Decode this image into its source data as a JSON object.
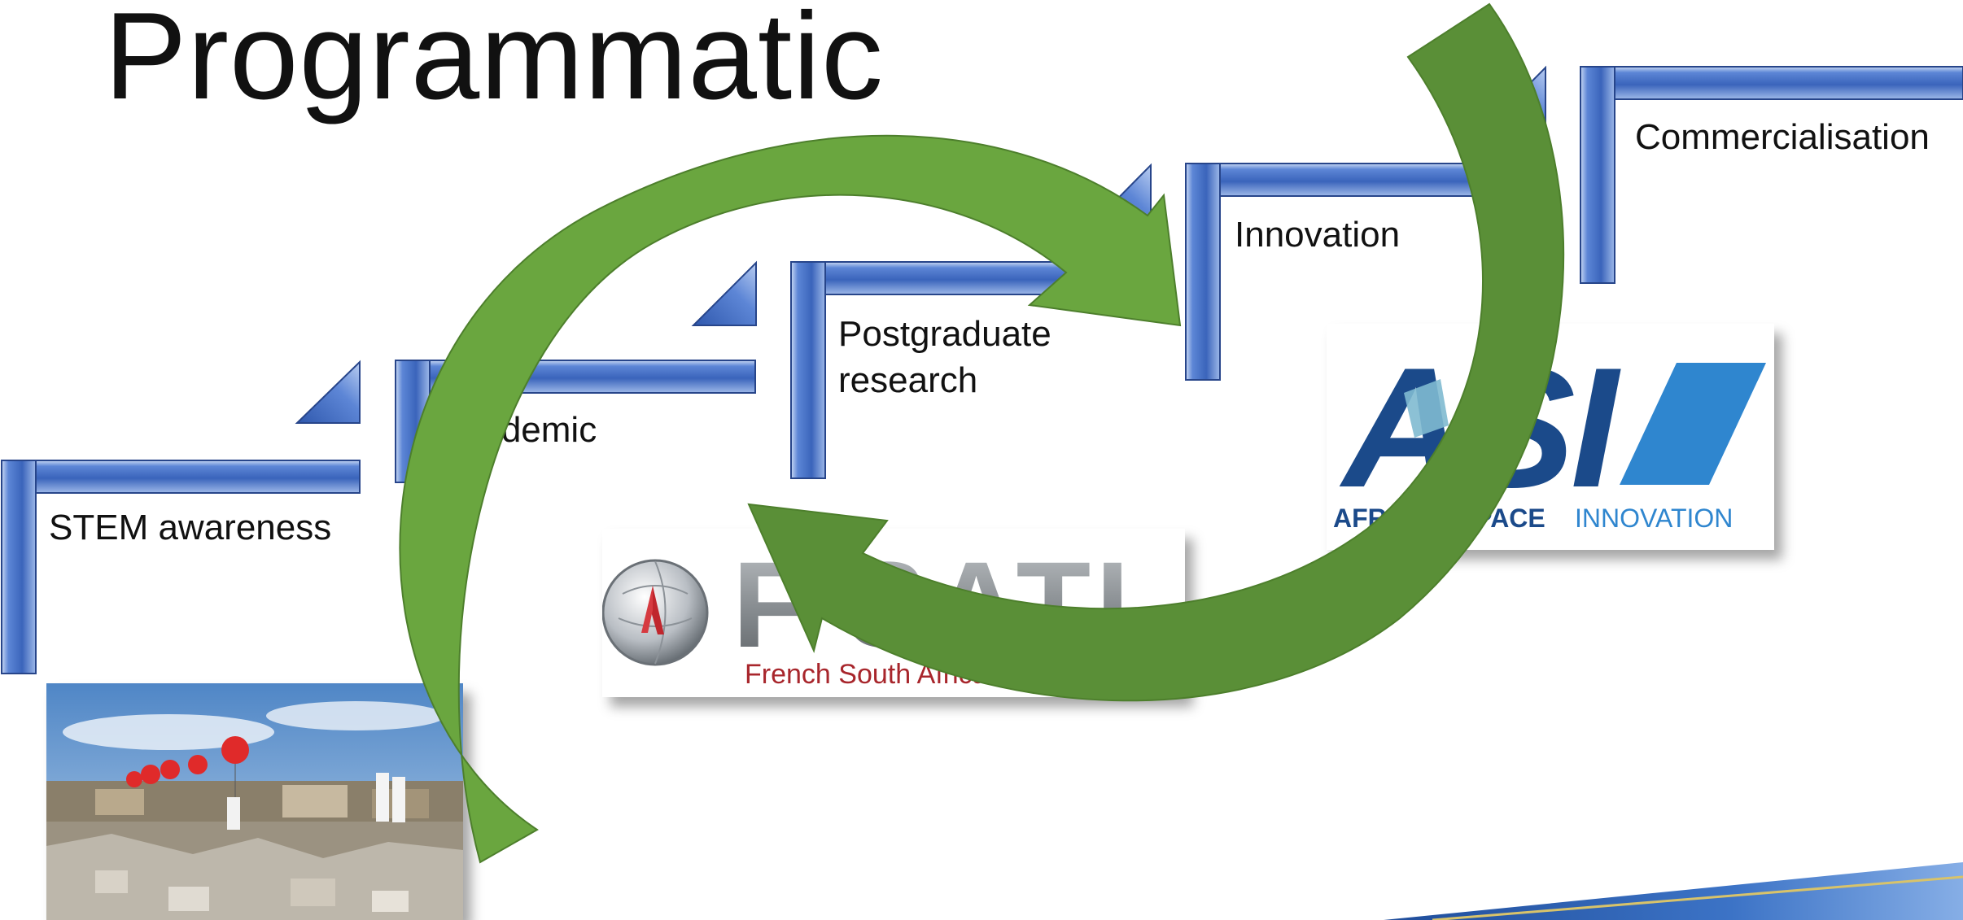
{
  "slide": {
    "title": "Programmatic",
    "steps": [
      {
        "label": "STEM awareness"
      },
      {
        "label": "Academic"
      },
      {
        "label": "Postgraduate research"
      },
      {
        "label": "Innovation"
      },
      {
        "label": "Commercialisation"
      }
    ],
    "logos": {
      "fsati": {
        "name": "F'SATI",
        "subtitle": "French South African"
      },
      "asi": {
        "name": "ASI",
        "subtitle_a": "AFRICAN SPACE",
        "subtitle_b": "INNOVATION"
      }
    },
    "colors": {
      "step_blue": "#4a74c9",
      "arrow_green": "#6aa63f",
      "arrow_dark_green": "#548a33",
      "asi_navy": "#1b4a8a",
      "asi_light": "#2f86cf"
    }
  }
}
